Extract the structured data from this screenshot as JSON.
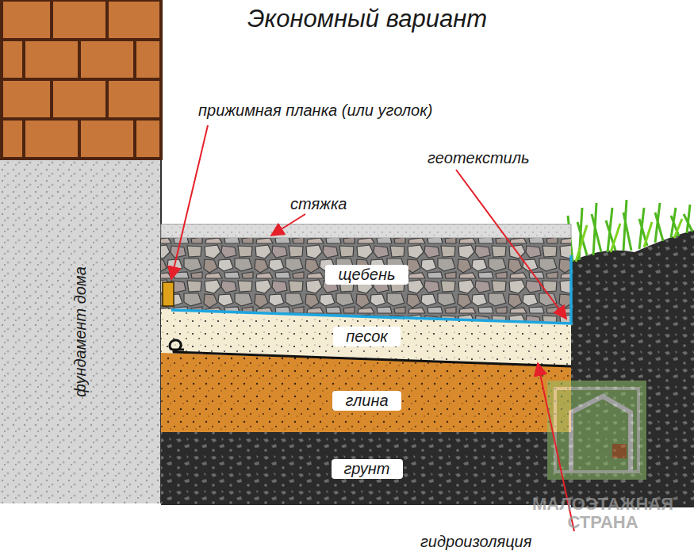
{
  "diagram": {
    "title": "Экономный вариант",
    "nodes": [
      {
        "text": [
          "фундамент дома"
        ]
      },
      {
        "text": [
          "щебень"
        ]
      },
      {
        "text": [
          "песок"
        ]
      },
      {
        "text": [
          "глина"
        ]
      },
      {
        "text": [
          "грунт"
        ]
      }
    ],
    "labels": [
      "прижимная планка (или уголок)",
      "геотекстиль",
      "стяжка",
      "гидроизоляция",
      "МАЛОЭТАЖНАЯ СТРАНА"
    ]
  }
}
